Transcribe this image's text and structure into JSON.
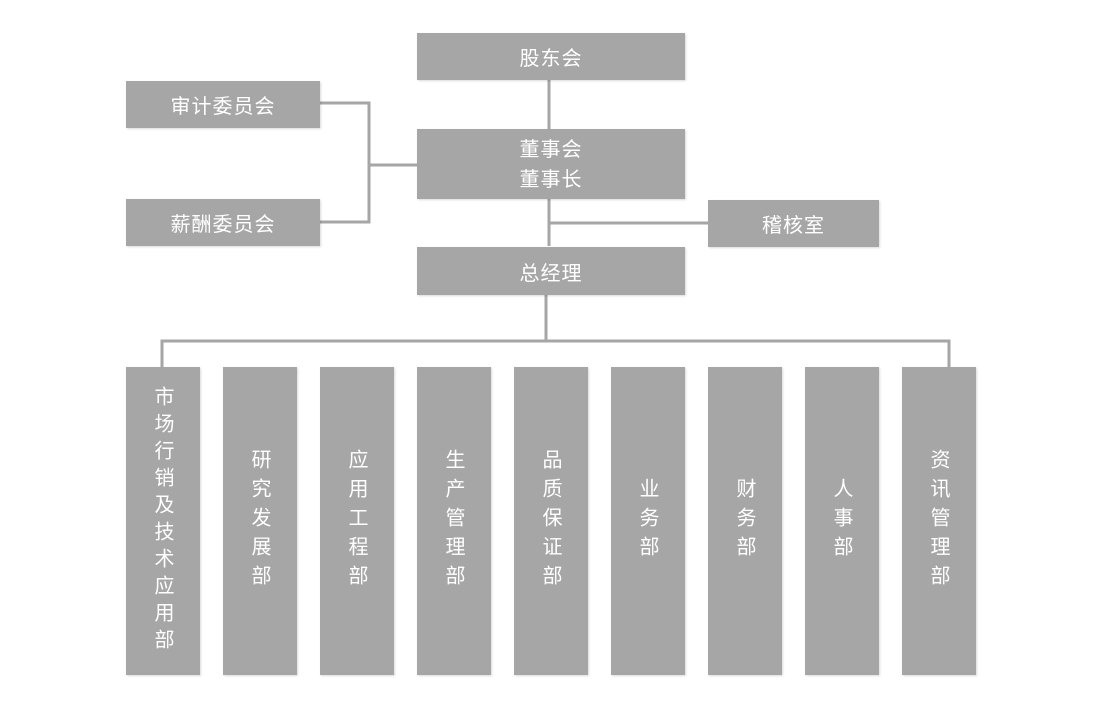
{
  "diagram": {
    "shareholders": "股东会",
    "board_line1": "董事会",
    "board_line2": "董事长",
    "audit_committee": "审计委员会",
    "compensation_committee": "薪酬委员会",
    "audit_office": "稽核室",
    "general_manager": "总经理",
    "departments": [
      "市场行销及技术应用部",
      "研究发展部",
      "应用工程部",
      "生产管理部",
      "品质保证部",
      "业务部",
      "财务部",
      "人事部",
      "资讯管理部"
    ],
    "colors": {
      "box_fill": "#a6a6a6",
      "box_text": "#ffffff",
      "connector": "#a6a6a6"
    }
  }
}
